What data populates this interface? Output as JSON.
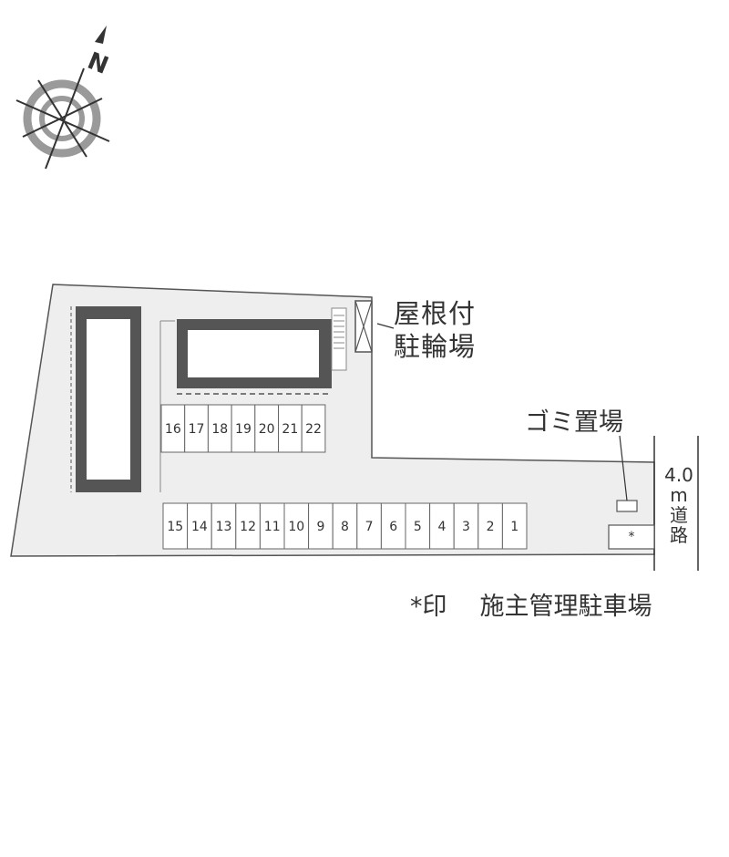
{
  "compass": {
    "north_letter": "N"
  },
  "labels": {
    "bike_parking_line1": "屋根付",
    "bike_parking_line2": "駐輪場",
    "garbage": "ゴミ置場",
    "road_width": "4.0",
    "road_unit": "m",
    "road_char1": "道",
    "road_char2": "路",
    "legend_mark": "*印",
    "legend_text": "施主管理駐車場",
    "owner_mark": "*"
  },
  "parking": {
    "bottom_row": [
      "15",
      "14",
      "13",
      "12",
      "11",
      "10",
      "9",
      "8",
      "7",
      "6",
      "5",
      "4",
      "3",
      "2",
      "1"
    ],
    "upper_row": [
      "16",
      "17",
      "18",
      "19",
      "20",
      "21",
      "22"
    ]
  },
  "colors": {
    "lot": "#eeeeee",
    "outline": "#555555",
    "building": "#555555",
    "compass_ring": "#999999"
  }
}
